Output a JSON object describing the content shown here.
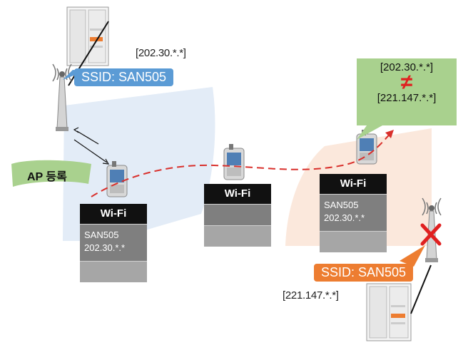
{
  "left_network": {
    "ip_label": "[202.30.*.*]",
    "ssid_label": "SSID: SAN505",
    "register_label": "AP 등록"
  },
  "panels": {
    "left": {
      "header": "Wi-Fi",
      "ssid": "SAN505",
      "ip": "202.30.*.*"
    },
    "middle": {
      "header": "Wi-Fi"
    },
    "right": {
      "header": "Wi-Fi",
      "ssid": "SAN505",
      "ip": "202.30.*.*"
    }
  },
  "comparison_note": {
    "ip_top": "[202.30.*.*]",
    "not_equal": "≠",
    "ip_bottom": "[221.147.*.*]"
  },
  "right_network": {
    "ssid_label": "SSID: SAN505",
    "ip_label": "[221.147.*.*]"
  },
  "colors": {
    "blue_zone": "#e3ecf7",
    "orange_zone": "#fbe8dc",
    "note_green": "#a9d18e",
    "register_green": "#a9d18e",
    "path_red": "#d9302c",
    "cross_red": "#e02020"
  }
}
